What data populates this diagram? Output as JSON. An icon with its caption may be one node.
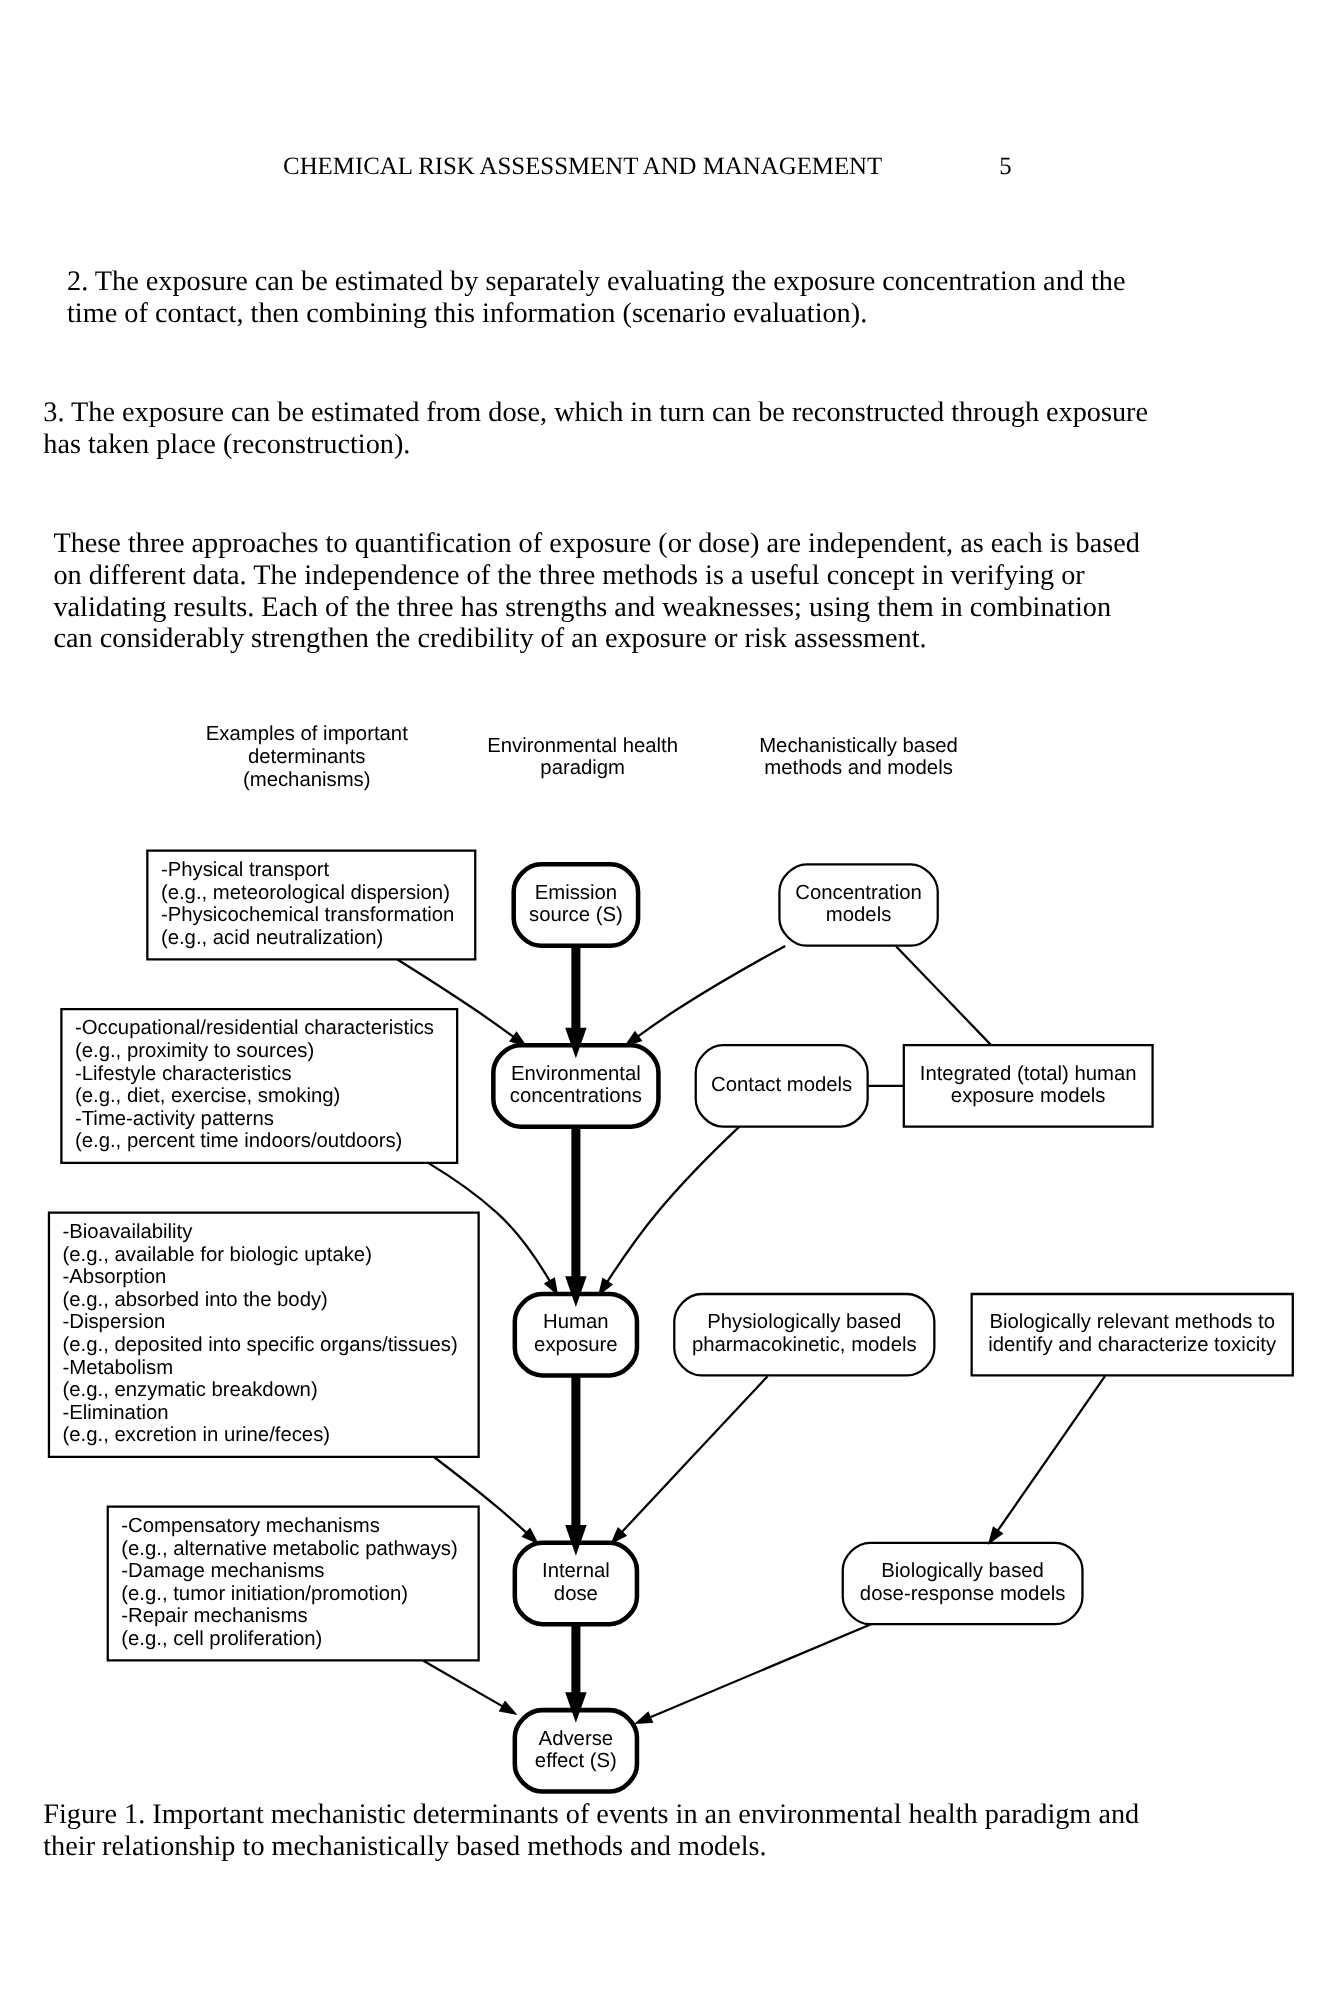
{
  "diagram": {
    "caption": "Figure 1. Important mechanistic determinants of events in an environmental health paradigm and their relationship to mechanistically based methods and models.",
    "nodes": [
      {
        "text": [
          "-Physical transport (e.g., meteorological dispersion)",
          "-Physicochemical transformation (e.g., acid neutralization)"
        ]
      },
      {
        "text": [
          "Emission source (S)"
        ]
      },
      {
        "text": [
          "Concentration models"
        ]
      },
      {
        "text": [
          "Environmental concentrations"
        ]
      },
      {
        "text": [
          "Integrated (total) human exposure models"
        ]
      },
      {
        "text": [
          "-Occupational/residential characteristics (e.g., proximity to sources)",
          "-Lifestyle characteristics (e.g., diet, exercise, smoking)",
          "-Time-activity patterns (e.g., percent time indoors/outdoors)"
        ]
      },
      {
        "text": [
          "Contact models"
        ]
      },
      {
        "text": [
          "Human exposure"
        ]
      },
      {
        "text": [
          "Physiologically based pharmacokinetic, models"
        ]
      },
      {
        "text": [
          "Internal dose"
        ]
      },
      {
        "text": [
          "-Bioavailability (e.g., available for biologic uptake)",
          "-Absorption (e.g., absorbed into the body)",
          "-Dispersion (e.g., deposited into specific organs/tissues)",
          "-Metabolism (e.g., enzymatic breakdown)",
          "-Elimination (e.g., excretion in urine/feces)"
        ]
      },
      {
        "text": [
          "Biologically based dose-response models"
        ]
      },
      {
        "text": [
          "Adverse effect (S)"
        ]
      },
      {
        "text": [
          "Biologically relevant methods to identify and characterize toxicity"
        ]
      },
      {
        "text": [
          "-Compensatory mechanisms (e.g., alternative metabolic pathways)",
          "-Damage mechanisms (e.g., tumor initiation/promotion)",
          "-Repair mechanisms (e.g., cell proliferation)"
        ]
      }
    ],
    "edges": [
      {
        "from": 0,
        "to": 3,
        "arrow": "to"
      },
      {
        "from": 1,
        "to": 3,
        "arrow": "to",
        "style": "thick"
      },
      {
        "from": 2,
        "to": 3,
        "arrow": "to"
      },
      {
        "from": 5,
        "to": 7,
        "arrow": "to"
      },
      {
        "from": 3,
        "to": 7,
        "arrow": "to",
        "style": "thick"
      },
      {
        "from": 6,
        "to": 7,
        "arrow": "to"
      },
      {
        "from": 2,
        "to": 4,
        "arrow": "none"
      },
      {
        "from": 6,
        "to": 4,
        "arrow": "none"
      },
      {
        "from": 10,
        "to": 9,
        "arrow": "to"
      },
      {
        "from": 7,
        "to": 9,
        "arrow": "to",
        "style": "thick"
      },
      {
        "from": 8,
        "to": 9,
        "arrow": "to"
      },
      {
        "from": 14,
        "to": 12,
        "arrow": "to"
      },
      {
        "from": 9,
        "to": 12,
        "arrow": "to",
        "style": "thick"
      },
      {
        "from": 11,
        "to": 12,
        "arrow": "to"
      },
      {
        "from": 13,
        "to": 11,
        "arrow": "to"
      }
    ],
    "labels": [
      "CHEMICAL RISK ASSESSMENT AND MANAGEMENT",
      "5",
      "2. The exposure can be estimated by separately evaluating the exposure concentration and the time of contact, then combining this information (scenario evaluation).",
      "3. The exposure can be estimated from dose, which in turn can be reconstructed through exposure has taken place (reconstruction).",
      "These three approaches to quantification of exposure (or dose) are independent, as each is based on different data. The independence of the three methods is a useful concept in verifying or validating results. Each of the three has strengths and weaknesses; using them in combination can considerably strengthen the credibility of an exposure or risk assessment.",
      "Examples of important determinants (mechanisms)",
      "Environmental health paradigm",
      "Mechanistically based methods and models"
    ]
  }
}
